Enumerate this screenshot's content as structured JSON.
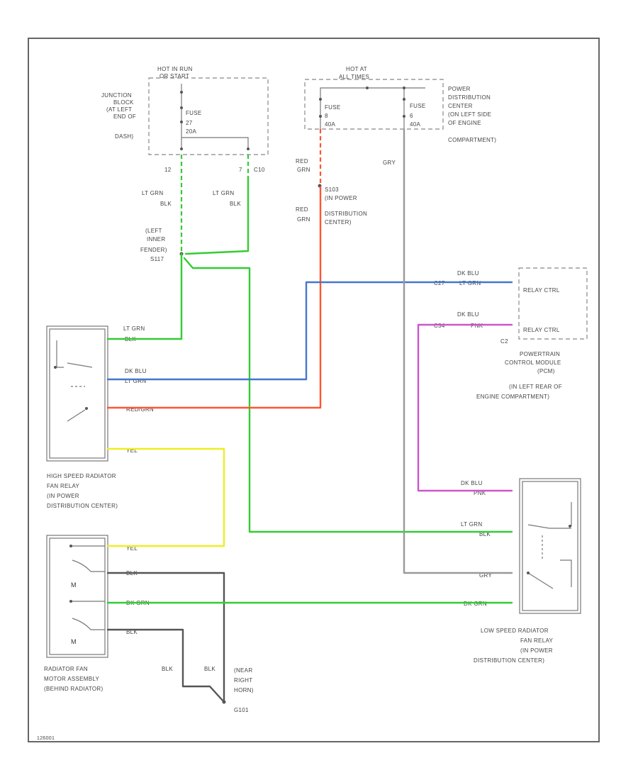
{
  "colors": {
    "lt_grn": "#33cc33",
    "red": "#ff5533",
    "blue": "#4477cc",
    "teal": "#44bb99",
    "violet": "#cc55cc",
    "yellow": "#eeee22",
    "black": "#555555",
    "gray": "#999999",
    "frame": "#666666"
  },
  "labels": {
    "hot_in_run_1": "HOT IN RUN",
    "hot_in_run_2": "OR START",
    "hot_at_all_1": "HOT AT",
    "hot_at_all_2": "ALL TIMES",
    "jb_1": "JUNCTION",
    "jb_2": "BLOCK",
    "jb_3": "(AT LEFT",
    "jb_4": "END OF",
    "jb_5": "DASH)",
    "fuse_a": "FUSE",
    "fuse_a_num": "27",
    "fuse_a_amp": "20A",
    "pdc_1": "POWER",
    "pdc_2": "DISTRIBUTION",
    "pdc_3": "CENTER",
    "pdc_4": "(ON LEFT SIDE",
    "pdc_5": "OF ENGINE",
    "pdc_6": "COMPARTMENT)",
    "fuse_b": "FUSE",
    "fuse_b_num": "8",
    "fuse_b_amp": "40A",
    "fuse_c": "FUSE",
    "fuse_c_num": "6",
    "fuse_c_amp": "40A",
    "pin_12": "12",
    "pin_7": "7",
    "conn_c10": "C10",
    "lt_grn_blk_1a": "LT GRN",
    "lt_grn_blk_1b": "BLK",
    "lt_grn_blk_2a": "LT GRN",
    "lt_grn_blk_2b": "BLK",
    "red_grn_1a": "RED",
    "red_grn_1b": "GRN",
    "red_grn_2a": "RED",
    "red_grn_2b": "GRN",
    "gry_1": "GRY",
    "s_pdc_1": "S103",
    "s_pdc_2": "(IN POWER",
    "s_pdc_3": "DISTRIBUTION",
    "s_pdc_4": "CENTER)",
    "s_left_1": "(LEFT",
    "s_left_2": "INNER",
    "s_left_3": "FENDER)",
    "s_left_4": "S117",
    "pcm_relay_1": "RELAY CTRL",
    "pcm_relay_2": "RELAY CTRL",
    "pcm_pin_a": "C27",
    "pcm_pin_b": "C34",
    "pcm_conn": "C2",
    "dk_blu_lt_grn_a1": "DK BLU",
    "dk_blu_lt_grn_a2": "LT GRN",
    "dk_blu_pnk_a1": "DK BLU",
    "dk_blu_pnk_a2": "PNK",
    "pcm_1": "POWERTRAIN",
    "pcm_2": "CONTROL MODULE",
    "pcm_3": "(PCM)",
    "pcm_4": "(IN LEFT REAR OF",
    "pcm_5": "ENGINE COMPARTMENT)",
    "hs_lt_grn": "LT GRN",
    "hs_blk": "BLK",
    "hs_dk_blu": "DK BLU",
    "hs_lt_grn2": "LT GRN",
    "hs_red_grn": "RED/GRN",
    "hs_yel": "YEL",
    "hs_1": "HIGH SPEED RADIATOR",
    "hs_2": "FAN RELAY",
    "hs_3": "(IN POWER",
    "hs_4": "DISTRIBUTION CENTER)",
    "mot_yel": "YEL",
    "mot_blk1": "BLK",
    "mot_dk_grn": "DK GRN",
    "mot_blk2": "BLK",
    "mot_1": "RADIATOR FAN",
    "mot_2": "MOTOR ASSEMBLY",
    "mot_3": "(BEHIND RADIATOR)",
    "blk_a": "BLK",
    "blk_b": "BLK",
    "grd_1": "(NEAR",
    "grd_2": "RIGHT",
    "grd_3": "HORN)",
    "grd_4": "G101",
    "ls_dk_blu": "DK BLU",
    "ls_pnk": "PNK",
    "ls_lt_grn": "LT GRN",
    "ls_blk": "BLK",
    "ls_gry": "GRY",
    "ls_dk_grn": "DK GRN",
    "ls_1": "LOW SPEED RADIATOR",
    "ls_2": "FAN RELAY",
    "ls_3": "(IN POWER",
    "ls_4": "DISTRIBUTION CENTER)",
    "fig_id": "126001"
  }
}
